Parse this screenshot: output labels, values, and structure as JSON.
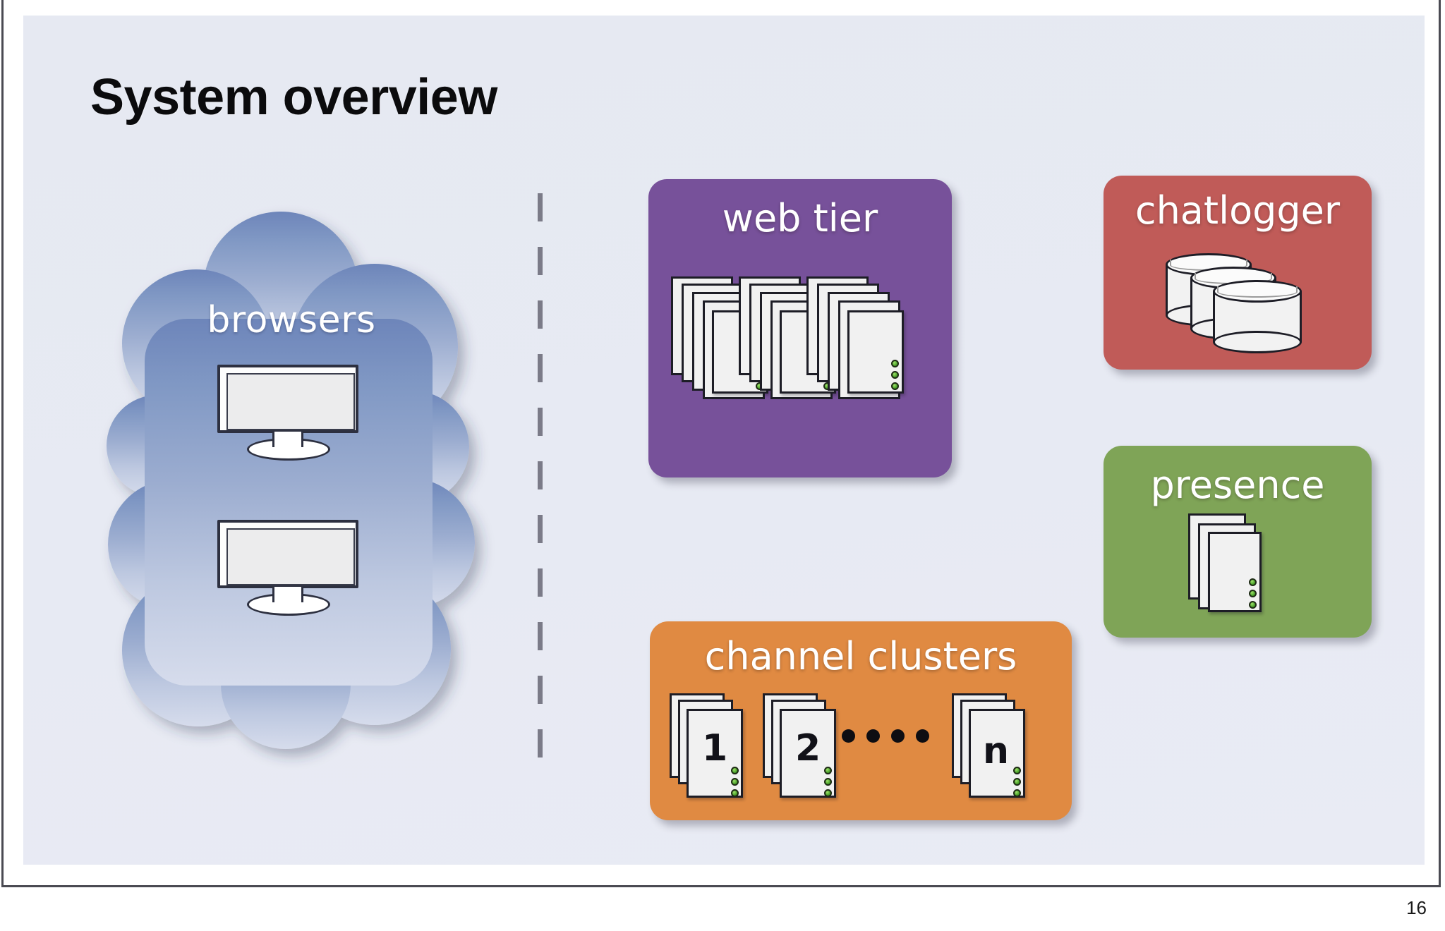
{
  "slide": {
    "title": "System overview",
    "page_number": "16",
    "background_color": "#e7eaf3",
    "divider": "vertical-dashed-line"
  },
  "browsers": {
    "label": "browsers",
    "shape": "cloud",
    "gradient_top": "#7289bb",
    "gradient_bottom": "#d3dbeb",
    "monitors": [
      {
        "name": "monitor-1"
      },
      {
        "name": "monitor-2"
      }
    ]
  },
  "services": [
    {
      "id": "web-tier",
      "label": "web tier",
      "color": "#77519a",
      "icon": "server-stacks",
      "stack_count": 3,
      "sheets_per_stack": 5,
      "leds_per_server": 3
    },
    {
      "id": "chatlogger",
      "label": "chatlogger",
      "color": "#c05b58",
      "icon": "database-cylinders",
      "cylinder_count": 3
    },
    {
      "id": "presence",
      "label": "presence",
      "color": "#7fa457",
      "icon": "server-stack",
      "sheets_per_stack": 3,
      "leds_per_server": 3
    },
    {
      "id": "channel-clusters",
      "label": "channel clusters",
      "color": "#e08a42",
      "icon": "numbered-server-stacks",
      "ellipsis": "• • • •",
      "clusters": [
        {
          "label": "1"
        },
        {
          "label": "2"
        },
        {
          "label": "n"
        }
      ]
    }
  ],
  "colors": {
    "accent_purple": "#77519a",
    "accent_red": "#c05b58",
    "accent_green": "#7fa457",
    "accent_orange": "#e08a42",
    "cloud_blue": "#8ea2c9",
    "led_green": "#4aa32a",
    "divider_gray": "#7b7b88"
  }
}
